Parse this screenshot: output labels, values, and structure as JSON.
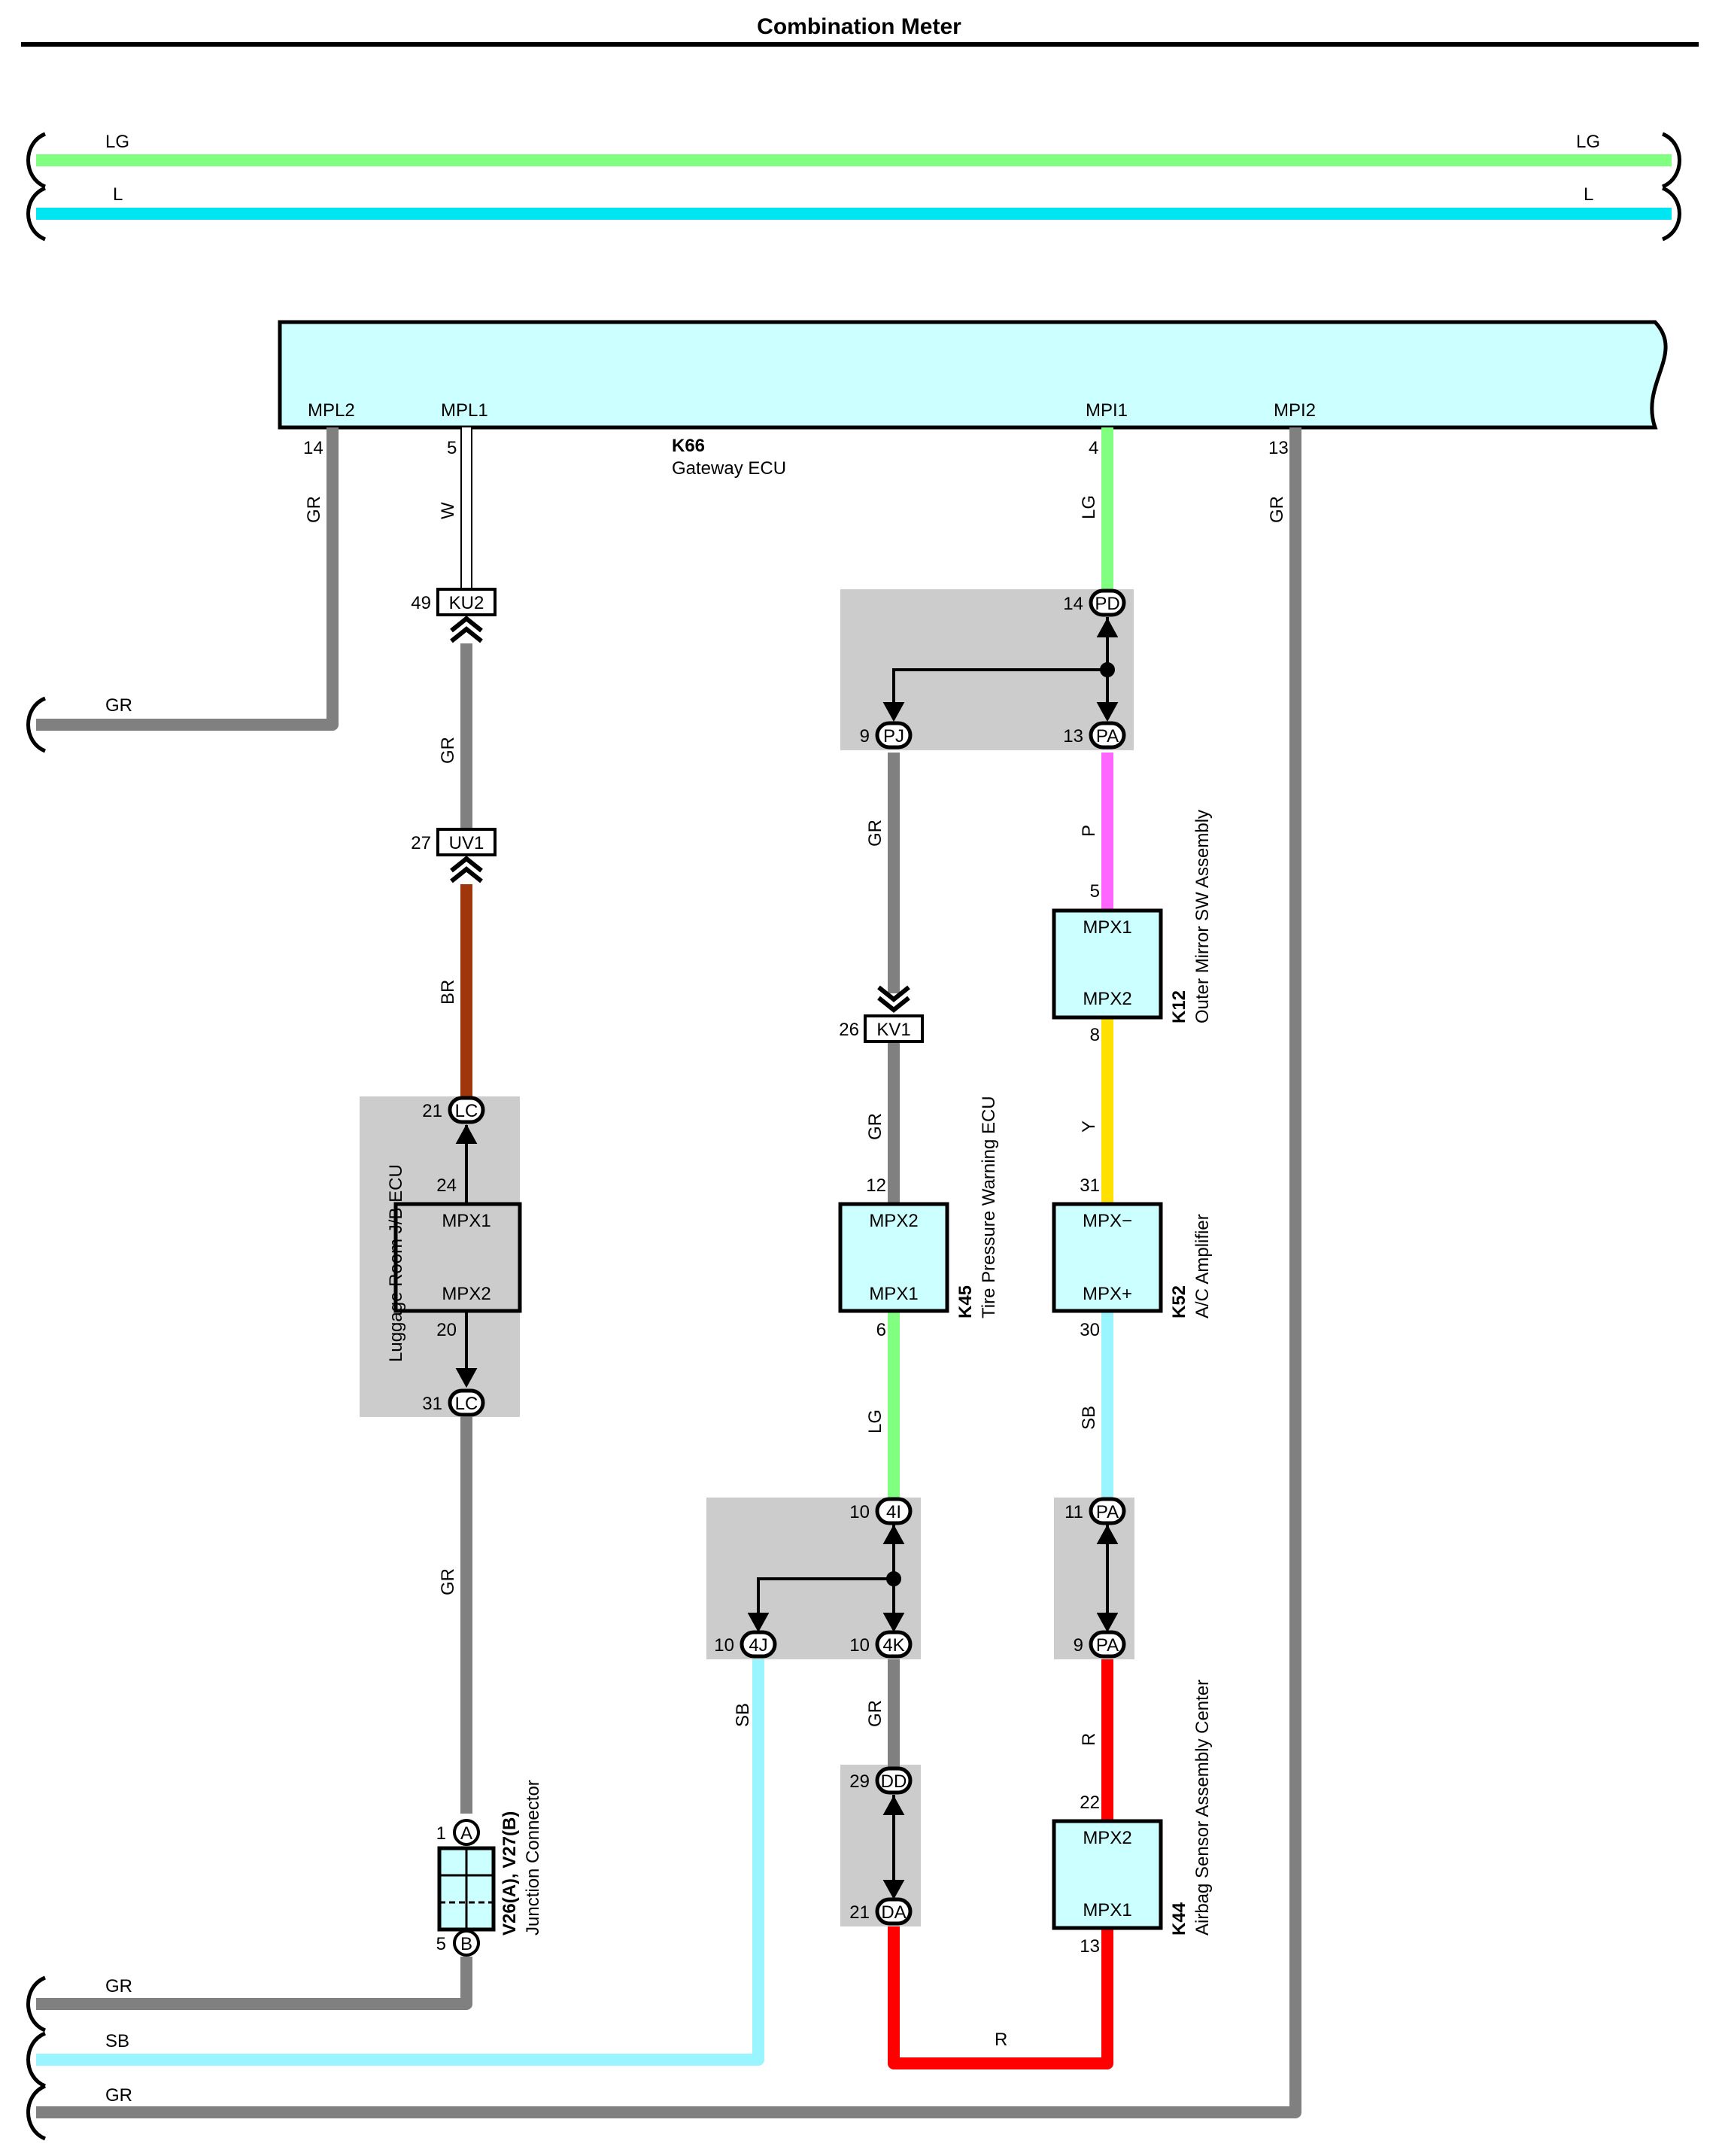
{
  "title": "Combination Meter",
  "colors": {
    "LG": "#80ff80",
    "L": "#00e5f2",
    "GR": "#808080",
    "W": "#ffffff",
    "BR": "#a0360c",
    "P": "#ff66ff",
    "Y": "#ffe100",
    "SB": "#99f5ff",
    "R": "#ff0000",
    "ecu_fill": "#ccffff",
    "jb_fill": "#cccccc"
  },
  "bus_top": {
    "lg_left": "LG",
    "lg_right": "LG",
    "l_left": "L",
    "l_right": "L"
  },
  "k66": {
    "code": "K66",
    "name": "Gateway ECU",
    "pins": {
      "mpl2": "MPL2",
      "mpl1": "MPL1",
      "mpi1": "MPI1",
      "mpi2": "MPI2"
    },
    "pin_nums": {
      "mpl2": "14",
      "mpl1": "5",
      "mpi1": "4",
      "mpi2": "13"
    }
  },
  "wires": {
    "gr_mpl2": "GR",
    "w_mpl1": "W",
    "gr_ku2_uv1": "GR",
    "br_uv1_lc": "BR",
    "gr_lc_junction": "GR",
    "lg_mpi1": "LG",
    "gr_mpi2": "GR",
    "gr_pj_kv1": "GR",
    "gr_kv1_k45": "GR",
    "lg_k45_4i": "LG",
    "sb_4j": "SB",
    "gr_4k_dd": "GR",
    "r_da_k44": "R",
    "p_pa_k12": "P",
    "y_k12_k52": "Y",
    "sb_k52_pa": "SB",
    "r_pa_k44": "R"
  },
  "left_exits": {
    "gr_mpl2": "GR",
    "gr_junction": "GR",
    "sb_4j": "SB",
    "gr_mpi2": "GR"
  },
  "connectors": {
    "ku2": {
      "label": "KU2",
      "pin": "49"
    },
    "uv1": {
      "label": "UV1",
      "pin": "27"
    },
    "kv1": {
      "label": "KV1",
      "pin": "26"
    },
    "pd": {
      "label": "PD",
      "pin": "14"
    },
    "pj": {
      "label": "PJ",
      "pin": "9"
    },
    "pa_top": {
      "label": "PA",
      "pin": "13"
    },
    "lc_top": {
      "label": "LC",
      "pin": "21"
    },
    "lc_bot": {
      "label": "LC",
      "pin": "31"
    },
    "c4i": {
      "label": "4I",
      "pin": "10"
    },
    "c4j": {
      "label": "4J",
      "pin": "10"
    },
    "c4k": {
      "label": "4K",
      "pin": "10"
    },
    "pa_mid": {
      "label": "PA",
      "pin": "11"
    },
    "pa_bot": {
      "label": "PA",
      "pin": "9"
    },
    "dd": {
      "label": "DD",
      "pin": "29"
    },
    "da": {
      "label": "DA",
      "pin": "21"
    },
    "jc_a": {
      "label": "A",
      "pin": "1"
    },
    "jc_b": {
      "label": "B",
      "pin": "5"
    }
  },
  "luggage_jb": {
    "name": "Luggage Room J/B ECU",
    "top_pin": "MPX1",
    "bottom_pin": "MPX2",
    "top_num": "24",
    "bottom_num": "20"
  },
  "k12": {
    "code": "K12",
    "name": "Outer Mirror SW Assembly",
    "top_pin": "MPX1",
    "bottom_pin": "MPX2",
    "top_num": "5",
    "bottom_num": "8"
  },
  "k52": {
    "code": "K52",
    "name": "A/C Amplifier",
    "top_pin": "MPX−",
    "bottom_pin": "MPX+",
    "top_num": "31",
    "bottom_num": "30"
  },
  "k45": {
    "code": "K45",
    "name": "Tire Pressure Warning ECU",
    "top_pin": "MPX2",
    "bottom_pin": "MPX1",
    "top_num": "12",
    "bottom_num": "6"
  },
  "k44": {
    "code": "K44",
    "name": "Airbag Sensor Assembly Center",
    "top_pin": "MPX2",
    "bottom_pin": "MPX1",
    "top_num": "22",
    "bottom_num": "13"
  },
  "junction_connector": {
    "code": "V26(A), V27(B)",
    "name": "Junction Connector"
  }
}
